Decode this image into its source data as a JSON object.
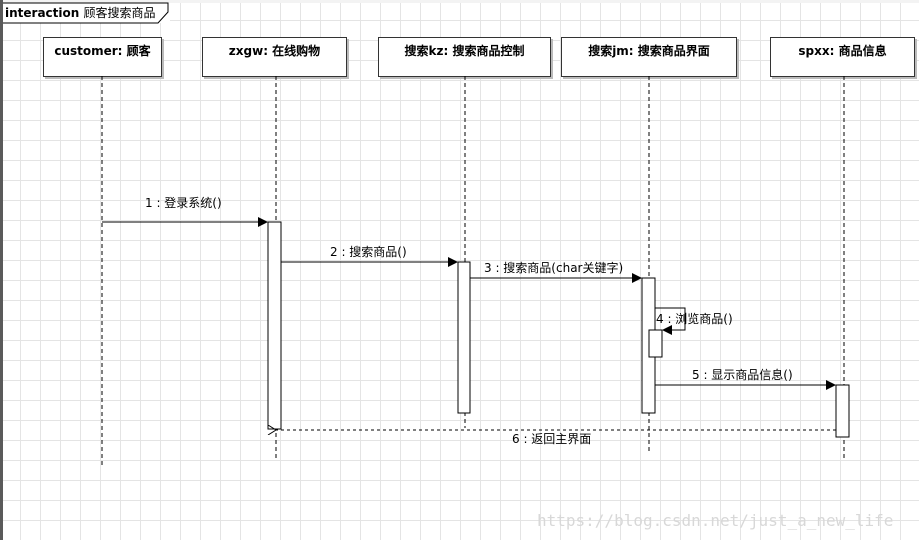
{
  "frame": {
    "keyword": "interaction",
    "title": "顾客搜索商品"
  },
  "lifelines": [
    {
      "id": "customer",
      "label": "customer: 顾客"
    },
    {
      "id": "zxgw",
      "label": "zxgw: 在线购物"
    },
    {
      "id": "sskz",
      "label": "搜索kz: 搜索商品控制"
    },
    {
      "id": "ssjm",
      "label": "搜索jm: 搜索商品界面"
    },
    {
      "id": "spxx",
      "label": "spxx: 商品信息"
    }
  ],
  "messages": [
    {
      "id": "m1",
      "label": "1 : 登录系统()",
      "from": "customer",
      "to": "zxgw",
      "kind": "sync"
    },
    {
      "id": "m2",
      "label": "2 : 搜索商品()",
      "from": "zxgw",
      "to": "sskz",
      "kind": "sync"
    },
    {
      "id": "m3",
      "label": "3 : 搜索商品(char关键字)",
      "from": "sskz",
      "to": "ssjm",
      "kind": "sync"
    },
    {
      "id": "m4",
      "label": "4 : 浏览商品()",
      "from": "ssjm",
      "to": "ssjm",
      "kind": "self"
    },
    {
      "id": "m5",
      "label": "5 : 显示商品信息()",
      "from": "ssjm",
      "to": "spxx",
      "kind": "sync"
    },
    {
      "id": "m6",
      "label": "6 : 返回主界面",
      "from": "spxx",
      "to": "zxgw",
      "kind": "return"
    }
  ],
  "watermark": "https://blog.csdn.net/just_a_new_life"
}
